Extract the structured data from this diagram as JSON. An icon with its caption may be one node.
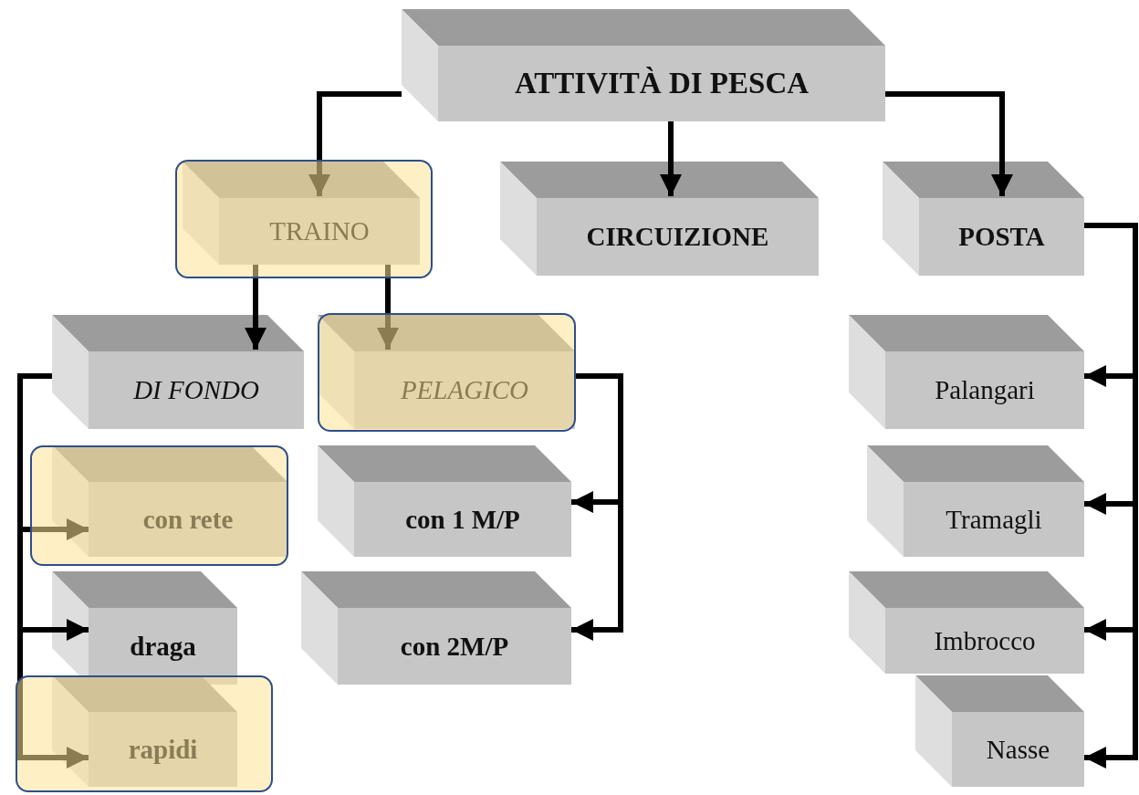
{
  "diagram": {
    "nodes": [
      {
        "text": [
          "ATTIVITÀ DI PESCA"
        ]
      },
      {
        "text": [
          "TRAINO"
        ]
      },
      {
        "text": [
          "CIRCUIZIONE"
        ]
      },
      {
        "text": [
          "POSTA"
        ]
      },
      {
        "text": [
          "DI FONDO"
        ]
      },
      {
        "text": [
          "PELAGICO"
        ]
      },
      {
        "text": [
          "con rete"
        ]
      },
      {
        "text": [
          "con 1 M/P"
        ]
      },
      {
        "text": [
          "draga"
        ]
      },
      {
        "text": [
          "con 2M/P"
        ]
      },
      {
        "text": [
          "rapidi"
        ]
      },
      {
        "text": [
          "Palangari"
        ]
      },
      {
        "text": [
          "Tramagli"
        ]
      },
      {
        "text": [
          "Imbrocco"
        ]
      },
      {
        "text": [
          "Nasse"
        ]
      }
    ],
    "edges": [
      {
        "from": 0,
        "to": 1,
        "arrow": "to"
      },
      {
        "from": 0,
        "to": 2,
        "arrow": "to"
      },
      {
        "from": 0,
        "to": 3,
        "arrow": "to"
      },
      {
        "from": 1,
        "to": 4,
        "arrow": "to"
      },
      {
        "from": 1,
        "to": 5,
        "arrow": "to"
      },
      {
        "from": 4,
        "to": 6,
        "arrow": "to"
      },
      {
        "from": 4,
        "to": 8,
        "arrow": "to"
      },
      {
        "from": 4,
        "to": 10,
        "arrow": "to"
      },
      {
        "from": 5,
        "to": 7,
        "arrow": "to"
      },
      {
        "from": 5,
        "to": 9,
        "arrow": "to"
      },
      {
        "from": 3,
        "to": 11,
        "arrow": "to"
      },
      {
        "from": 3,
        "to": 12,
        "arrow": "to"
      },
      {
        "from": 3,
        "to": 13,
        "arrow": "to"
      },
      {
        "from": 3,
        "to": 14,
        "arrow": "to"
      }
    ]
  }
}
